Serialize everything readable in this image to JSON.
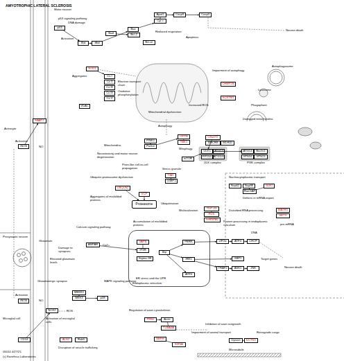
{
  "diagram": {
    "title": "AMYOTROPHIC LATERAL SCLEROSIS",
    "nodes": [
      {
        "text": [
          "EAAT2"
        ]
      },
      {
        "text": [
          "iNOS"
        ]
      },
      {
        "text": [
          "p53"
        ]
      },
      {
        "text": [
          "Bid"
        ]
      },
      {
        "text": [
          "tBid"
        ]
      },
      {
        "text": [
          "Bad"
        ]
      },
      {
        "text": [
          "Bax"
        ]
      },
      {
        "text": [
          "Bcl-2"
        ]
      },
      {
        "text": [
          "Bcl-xL"
        ]
      },
      {
        "text": [
          "Apaf1"
        ]
      },
      {
        "text": [
          "Cyt c"
        ]
      },
      {
        "text": [
          "Casp9"
        ]
      },
      {
        "text": [
          "Casp3"
        ]
      },
      {
        "text": [
          "SOD1"
        ]
      },
      {
        "text": [
          "Cx I"
        ]
      },
      {
        "text": [
          "Cx II"
        ]
      },
      {
        "text": [
          "Cx III"
        ]
      },
      {
        "text": [
          "Cx IV"
        ]
      },
      {
        "text": [
          "Cx V"
        ]
      },
      {
        "text": [
          "VDAC"
        ]
      },
      {
        "text": [
          "PINK1"
        ]
      },
      {
        "text": [
          "Parkin"
        ]
      },
      {
        "text": [
          "OPTN"
        ]
      },
      {
        "text": [
          "TBK1"
        ]
      },
      {
        "text": [
          "CHMP2B"
        ]
      },
      {
        "text": [
          "SQSTM1"
        ]
      },
      {
        "text": [
          "mTOR"
        ]
      },
      {
        "text": [
          "C9orf72"
        ]
      },
      {
        "text": [
          "SMCR8"
        ]
      },
      {
        "text": [
          "WDR41"
        ]
      },
      {
        "text": [
          "ULK1"
        ]
      },
      {
        "text": [
          "ATG13"
        ]
      },
      {
        "text": [
          "FIP200"
        ]
      },
      {
        "text": [
          "ATG101"
        ]
      },
      {
        "text": [
          "ATG14"
        ]
      },
      {
        "text": [
          "Beclin1"
        ]
      },
      {
        "text": [
          "VPS34"
        ]
      },
      {
        "text": [
          "VPS15"
        ]
      },
      {
        "text": [
          "TIA1"
        ]
      },
      {
        "text": [
          "G3BP1"
        ]
      },
      {
        "text": [
          "UBQLN2"
        ]
      },
      {
        "text": [
          "VCP"
        ]
      },
      {
        "text": [
          "Proteasome"
        ]
      },
      {
        "text": [
          "Nup62"
        ]
      },
      {
        "text": [
          "Nup98"
        ]
      },
      {
        "text": [
          "RanGAP"
        ]
      },
      {
        "text": [
          "GLE1"
        ]
      },
      {
        "text": [
          "TDP-43"
        ]
      },
      {
        "text": [
          "FUS"
        ]
      },
      {
        "text": [
          "hnRNPA1"
        ]
      },
      {
        "text": [
          "MATR3"
        ]
      },
      {
        "text": [
          "SETX"
        ]
      },
      {
        "text": [
          "Endoplasmic reticulum"
        ]
      },
      {
        "text": [
          "VAPB"
        ],
        "in": 52
      },
      {
        "text": [
          "IP3R"
        ],
        "in": 52
      },
      {
        "text": [
          "Sigma-1R"
        ],
        "in": 52
      },
      {
        "text": [
          "Bip"
        ],
        "in": 52
      },
      {
        "text": [
          "PERK"
        ],
        "in": 52
      },
      {
        "text": [
          "IRE1"
        ],
        "in": 52
      },
      {
        "text": [
          "ATF6"
        ],
        "in": 52
      },
      {
        "text": [
          "eIF2α"
        ]
      },
      {
        "text": [
          "ATF4"
        ]
      },
      {
        "text": [
          "CHOP"
        ]
      },
      {
        "text": [
          "XBP1"
        ]
      },
      {
        "text": [
          "TRAF2"
        ]
      },
      {
        "text": [
          "ASK1"
        ]
      },
      {
        "text": [
          "JNK"
        ]
      },
      {
        "text": [
          "AMPAR"
        ]
      },
      {
        "text": [
          "iNOS"
        ]
      },
      {
        "text": [
          "NOX2"
        ]
      },
      {
        "text": [
          "CD14"
        ]
      },
      {
        "text": [
          "ALS2"
        ]
      },
      {
        "text": [
          "Rab5"
        ]
      },
      {
        "text": [
          "MEKK1"
        ]
      },
      {
        "text": [
          "MKK3"
        ]
      },
      {
        "text": [
          "p38"
        ]
      },
      {
        "text": [
          "PFN1"
        ]
      },
      {
        "text": [
          "Actin"
        ]
      },
      {
        "text": [
          "TUBA4A"
        ]
      },
      {
        "text": [
          "NEFH"
        ]
      },
      {
        "text": [
          "KIF5A"
        ]
      },
      {
        "text": [
          "Dynein"
        ]
      },
      {
        "text": [
          "DCTN1"
        ]
      }
    ],
    "edges": [
      {
        "from": 2,
        "to": 3,
        "arrow": "to"
      },
      {
        "from": 3,
        "to": 4,
        "arrow": "to"
      },
      {
        "from": 4,
        "to": 6,
        "arrow": "to"
      },
      {
        "from": 5,
        "to": 7,
        "arrow": "to"
      },
      {
        "from": 6,
        "to": 10,
        "arrow": "to"
      },
      {
        "from": 10,
        "to": 9,
        "arrow": "none"
      },
      {
        "from": 9,
        "to": 11,
        "arrow": "to"
      },
      {
        "from": 11,
        "to": 12,
        "arrow": "to"
      },
      {
        "from": 13,
        "to": 14,
        "arrow": "to"
      },
      {
        "from": 20,
        "to": 21,
        "arrow": "to"
      },
      {
        "from": 21,
        "to": 22,
        "arrow": "to"
      },
      {
        "from": 22,
        "to": 23,
        "arrow": "none"
      },
      {
        "from": 27,
        "to": 30,
        "arrow": "to"
      },
      {
        "from": 26,
        "to": 30,
        "arrow": "to"
      },
      {
        "from": 30,
        "to": 34,
        "arrow": "to"
      },
      {
        "from": 47,
        "to": 48,
        "arrow": "none"
      },
      {
        "from": 38,
        "to": 39,
        "arrow": "none"
      },
      {
        "from": 40,
        "to": 42,
        "arrow": "to"
      },
      {
        "from": 41,
        "to": 42,
        "arrow": "to"
      },
      {
        "from": 56,
        "to": 57,
        "arrow": "to"
      },
      {
        "from": 56,
        "to": 58,
        "arrow": "to"
      },
      {
        "from": 56,
        "to": 59,
        "arrow": "to"
      },
      {
        "from": 57,
        "to": 60,
        "arrow": "to"
      },
      {
        "from": 60,
        "to": 61,
        "arrow": "to"
      },
      {
        "from": 61,
        "to": 62,
        "arrow": "to"
      },
      {
        "from": 58,
        "to": 63,
        "arrow": "to"
      },
      {
        "from": 58,
        "to": 64,
        "arrow": "to"
      },
      {
        "from": 64,
        "to": 65,
        "arrow": "to"
      },
      {
        "from": 65,
        "to": 66,
        "arrow": "to"
      },
      {
        "from": 53,
        "to": 54,
        "arrow": "none"
      },
      {
        "from": 1,
        "to": 0,
        "arrow": "to"
      },
      {
        "from": 70,
        "to": 69,
        "arrow": "to"
      },
      {
        "from": 73,
        "to": 74,
        "arrow": "to"
      },
      {
        "from": 74,
        "to": 75,
        "arrow": "to"
      },
      {
        "from": 76,
        "to": 77,
        "arrow": "to"
      },
      {
        "from": 77,
        "to": 78,
        "arrow": "none"
      },
      {
        "from": 79,
        "to": 80,
        "arrow": "none"
      },
      {
        "from": 81,
        "to": 82,
        "arrow": "none"
      },
      {
        "from": 44,
        "to": 45,
        "arrow": "to"
      },
      {
        "from": 46,
        "to": 45,
        "arrow": "none"
      },
      {
        "from": 67,
        "to": 54,
        "arrow": "to"
      }
    ],
    "labels": [
      "Astrocyte",
      "Activation",
      "NO",
      "Motor neuron",
      "p53 signaling pathway",
      "DNA damage",
      "Activation",
      "Apoptosis",
      "Neuron death",
      "Reduced respiration",
      "Aggregates",
      "Electron transport chain",
      "Oxidative phosphorylation",
      "Mitochondrial dysfunction",
      "Increased ROS",
      "Mitochondria",
      "Mitophagy",
      "Impairment of autophagy",
      "Lysosome",
      "Autophagosome",
      "Phagophore",
      "Damaged mitochondria",
      "ULK complex",
      "PI3K complex",
      "Autophagy",
      "Stress granule",
      "Prion-like cell-to-cell propagation",
      "Neurotoxicity and motor neuron degeneration",
      "Ubiquitin proteasome dysfunction",
      "Aggregates of misfolded proteins",
      "Nucleocytoplasmic transport",
      "Defects in mRNA export",
      "Mislocalization",
      "Disturbed RNA processing",
      "pre-mRNA",
      "Calcium signaling pathway",
      "Accumulation of misfolded proteins",
      "Protein processing in endoplasmic reticulum",
      "ER stress and the UPR",
      "DNA",
      "Target genes",
      "Neuron death",
      "Presynaptic neuron",
      "Glutamate",
      "Elevated glutamate levels",
      "Damage to synapses",
      "Ca2+",
      "Glutamatergic synapse",
      "MAPK signaling pathway",
      "Microglial cell",
      "Activation",
      "NO",
      "Activation of microglial cells",
      "ROS",
      "Disruption of vesicle trafficking",
      "Regulation of axon cytoskeleton",
      "Inhibition of axon outgrowth",
      "Impairment of axonal transport",
      "Retrograde cargo",
      "Microtubule",
      "05014 4/27/21",
      "(c) Kanehisa Laboratories",
      "Ubiquitination"
    ]
  }
}
